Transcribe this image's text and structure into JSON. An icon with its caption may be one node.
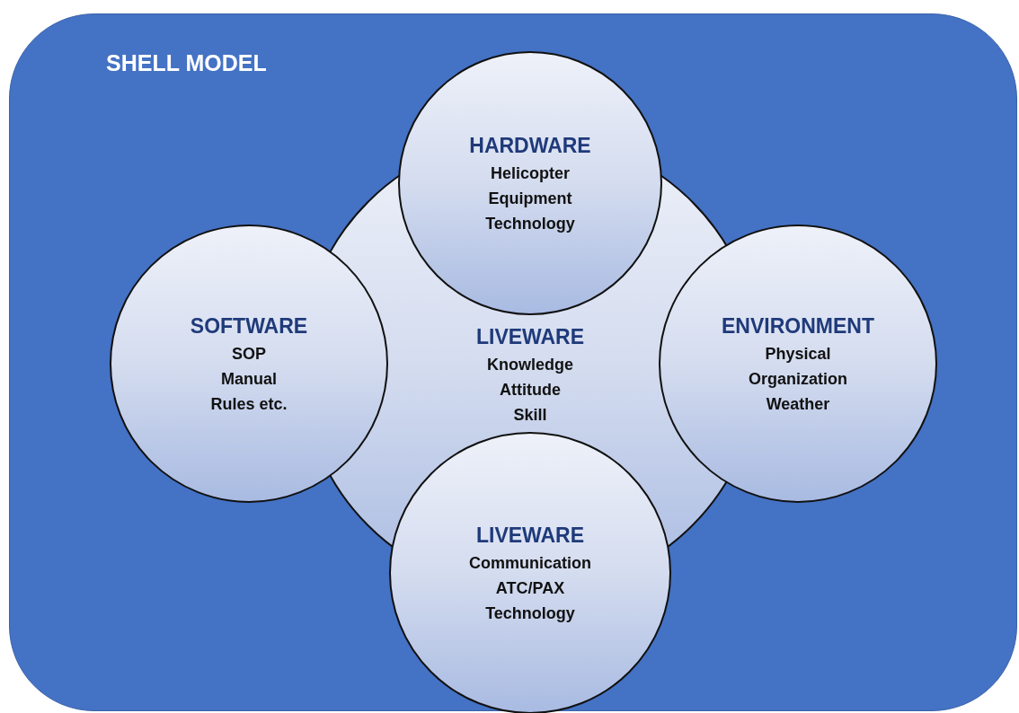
{
  "diagram": {
    "title": "SHELL MODEL",
    "nodes": [
      {
        "text": [
          "HARDWARE",
          "Helicopter",
          "Equipment",
          "Technology"
        ]
      },
      {
        "text": [
          "SOFTWARE",
          "SOP",
          "Manual",
          "Rules etc."
        ]
      },
      {
        "text": [
          "LIVEWARE",
          "Knowledge",
          "Attitude",
          "Skill"
        ]
      },
      {
        "text": [
          "ENVIRONMENT",
          "Physical",
          "Organization",
          "Weather"
        ]
      },
      {
        "text": [
          "LIVEWARE",
          "Communication",
          "ATC/PAX",
          "Technology"
        ]
      }
    ],
    "edges": []
  }
}
